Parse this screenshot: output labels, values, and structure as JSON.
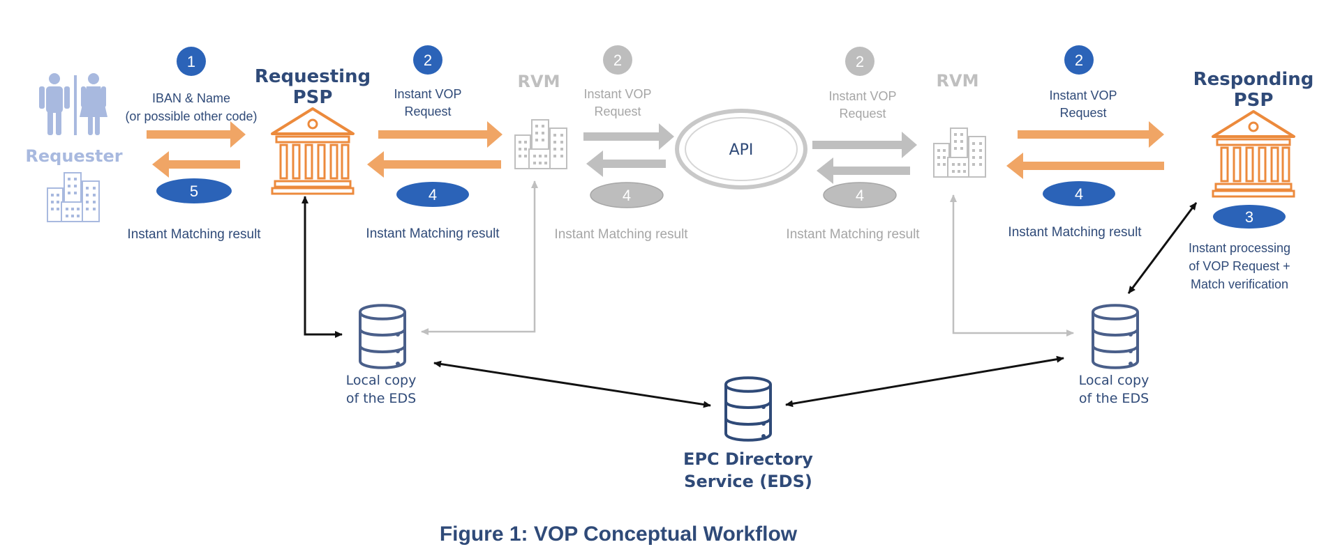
{
  "colors": {
    "navy": "#2f4a78",
    "blue_badge": "#2b63b8",
    "gray_badge": "#bdbdbd",
    "light_blue": "#a8b9df",
    "orange": "#f0a565",
    "orange_outline": "#ec8a3c",
    "gray_arrow": "#bfbfbf",
    "gray_text": "#a6a6a6",
    "db_color": "#4a5f8a",
    "black": "#111111"
  },
  "actors": {
    "requester": {
      "label": "Requester",
      "icons": [
        "person-icon",
        "building-icon"
      ]
    },
    "requesting_psp": {
      "label_line1": "Requesting",
      "label_line2": "PSP"
    },
    "rvm_left": {
      "label": "RVM"
    },
    "api": {
      "label": "API"
    },
    "rvm_right": {
      "label": "RVM"
    },
    "responding_psp": {
      "label_line1": "Responding",
      "label_line2": "PSP"
    }
  },
  "steps": {
    "step1": {
      "badge": "1",
      "line1": "IBAN & Name",
      "line2": "(or possible other code)"
    },
    "step2a": {
      "badge": "2",
      "line1": "Instant VOP",
      "line2": "Request"
    },
    "step2b": {
      "badge": "2",
      "line1": "Instant VOP",
      "line2": "Request"
    },
    "step2c": {
      "badge": "2",
      "line1": "Instant VOP",
      "line2": "Request"
    },
    "step2d": {
      "badge": "2",
      "line1": "Instant VOP",
      "line2": "Request"
    },
    "step3": {
      "badge": "3",
      "line1": "Instant processing",
      "line2": "of VOP Request +",
      "line3": "Match verification"
    },
    "step4a": {
      "badge": "4",
      "label": "Instant Matching result"
    },
    "step4b": {
      "badge": "4",
      "label": "Instant Matching result"
    },
    "step4c": {
      "badge": "4",
      "label": "Instant Matching result"
    },
    "step4d": {
      "badge": "4",
      "label": "Instant Matching result"
    },
    "step5": {
      "badge": "5",
      "label": "Instant Matching result"
    }
  },
  "databases": {
    "local_left": {
      "line1": "Local copy",
      "line2": "of the EDS"
    },
    "local_right": {
      "line1": "Local copy",
      "line2": "of the EDS"
    },
    "eds": {
      "line1": "EPC Directory",
      "line2": "Service (EDS)"
    }
  },
  "caption": "Figure 1: VOP Conceptual Workflow"
}
